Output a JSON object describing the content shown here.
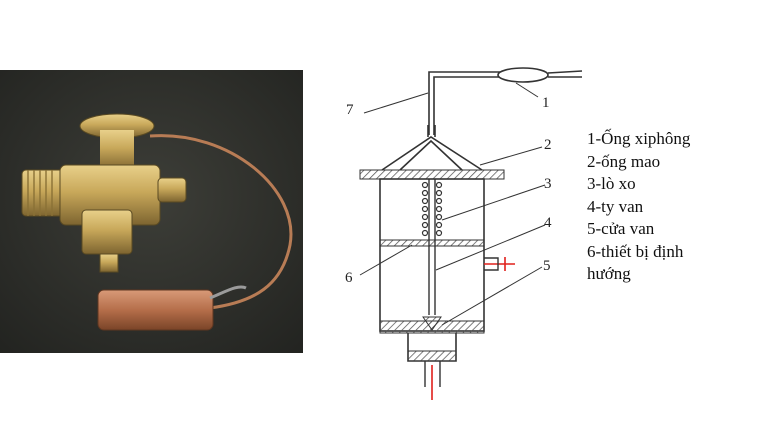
{
  "figure": {
    "photo_alt": "Thermostatic expansion valve photo",
    "diagram_callouts": [
      "1",
      "2",
      "3",
      "4",
      "5",
      "6",
      "7"
    ],
    "legend": [
      "1-Ống xiphông",
      "2-ống mao",
      "3-lò xo",
      "4-ty van",
      "5-cửa van",
      "6-thiết bị định",
      "hướng"
    ]
  },
  "colors": {
    "photo_bg": "#2f302b",
    "brass": "#c8a85a",
    "copper": "#b56e4a",
    "hatch": "#555555",
    "flow_arrow": "#e0201c"
  }
}
